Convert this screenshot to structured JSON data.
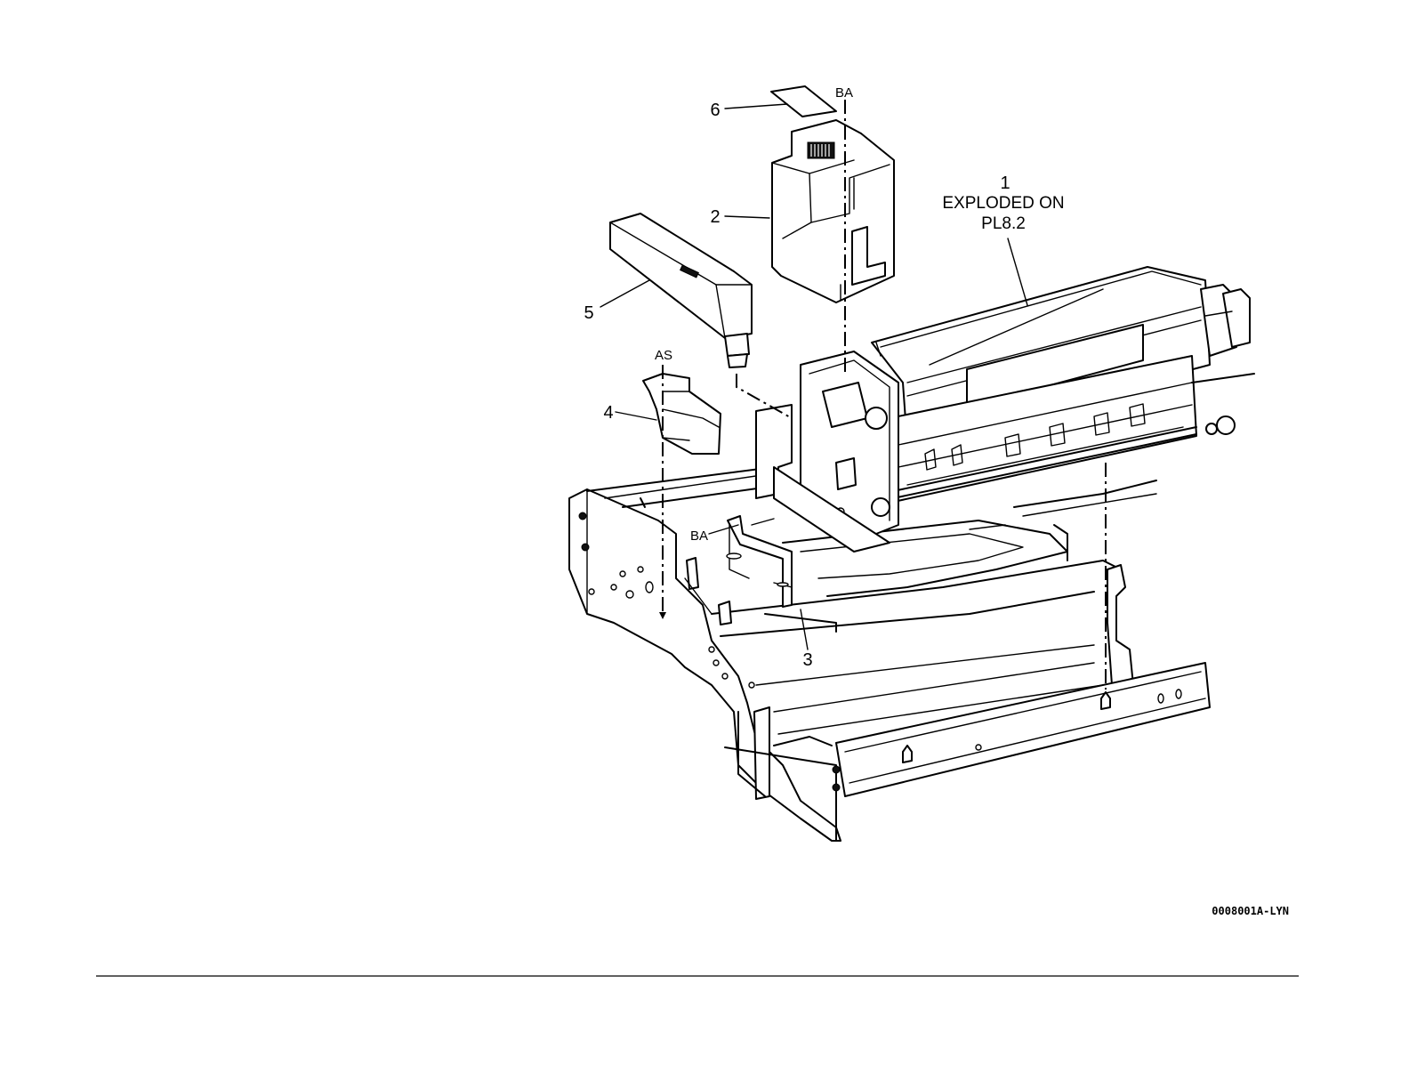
{
  "callouts": {
    "c1": "1",
    "c1_note_line1": "EXPLODED ON",
    "c1_note_line2": "PL8.2",
    "c2": "2",
    "c3": "3",
    "c4": "4",
    "c5": "5",
    "c6": "6"
  },
  "ref_tags": {
    "ba_top": "BA",
    "ba_lower": "BA",
    "as": "AS"
  },
  "figure_code": "0008001A-LYN"
}
